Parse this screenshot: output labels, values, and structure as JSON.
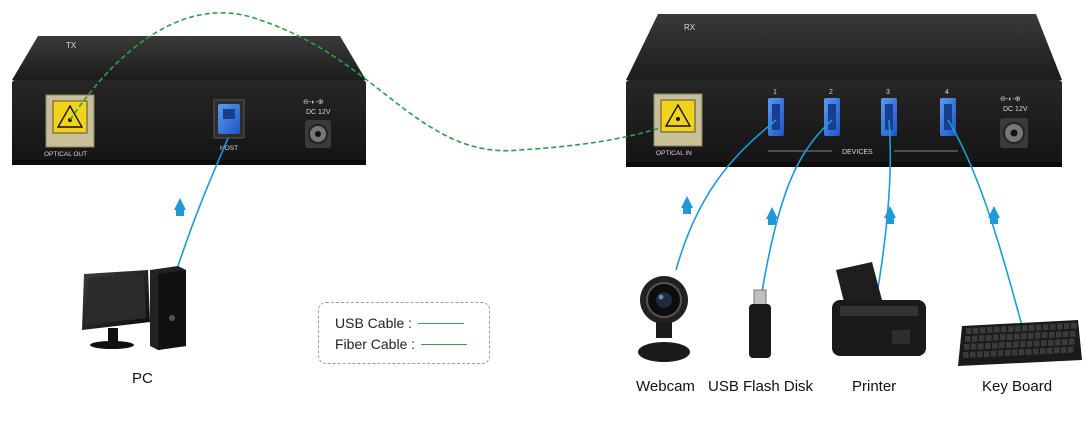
{
  "tx_unit": {
    "top_label": "TX",
    "port_optical_label": "OPTICAL OUT",
    "port_host_label": "HOST",
    "power_label": "DC 12V",
    "power_symbol": "⊖-◐-⊕"
  },
  "rx_unit": {
    "top_label": "RX",
    "port_optical_label": "OPTICAL IN",
    "devices_label": "DEVICES",
    "port_numbers": [
      "1",
      "2",
      "3",
      "4"
    ],
    "power_label": "DC 12V",
    "power_symbol": "⊖-◐-⊕"
  },
  "devices": {
    "pc": "PC",
    "webcam": "Webcam",
    "flash_disk": "USB Flash Disk",
    "printer": "Printer",
    "keyboard": "Key Board"
  },
  "legend": {
    "usb_label": "USB Cable :",
    "fiber_label": "Fiber Cable :"
  },
  "colors": {
    "usb_cable": "#1f9ad6",
    "fiber_cable": "#2e9e4a",
    "usb_port": "#2f6fd6",
    "box_body": "#2a2a2a"
  }
}
